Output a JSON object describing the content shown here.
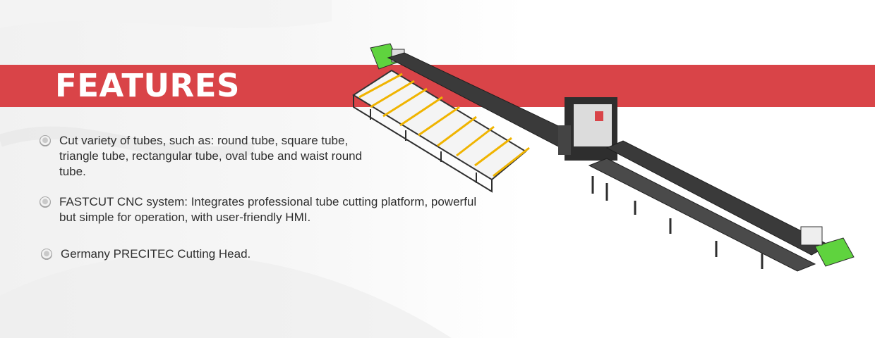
{
  "header": {
    "title": "FEATURES"
  },
  "features": [
    {
      "text": "Cut variety of tubes, such as: round tube, square tube, triangle tube, rectangular tube, oval tube and waist round tube."
    },
    {
      "text": "FASTCUT CNC system: Integrates professional tube cutting platform, powerful but simple for operation, with user-friendly HMI."
    },
    {
      "text": "Germany PRECITEC Cutting Head."
    }
  ],
  "colors": {
    "accent_band": "#d94448",
    "title_text": "#ffffff",
    "body_text": "#2f2f2f",
    "machine_green": "#5fd33e",
    "machine_dark": "#2e2e2e",
    "machine_yellow": "#f0b400"
  },
  "image": {
    "subject": "tube-laser-cutting-machine-icon"
  }
}
